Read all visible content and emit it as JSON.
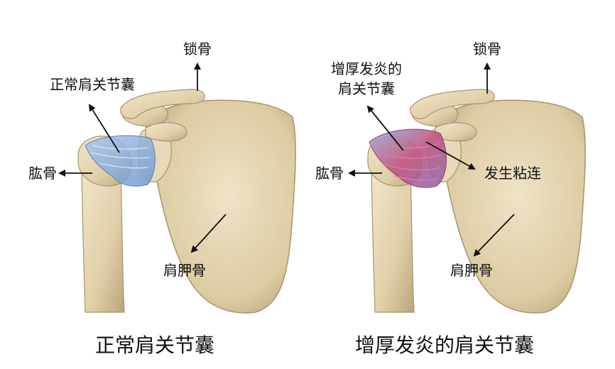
{
  "left_panel": {
    "caption": "正常肩关节囊",
    "labels": {
      "clavicle": "锁骨",
      "capsule": "正常肩关节囊",
      "humerus": "肱骨",
      "scapula": "肩胛骨"
    }
  },
  "right_panel": {
    "caption": "增厚发炎的肩关节囊",
    "labels": {
      "clavicle": "锁骨",
      "capsule_line1": "增厚发炎的",
      "capsule_line2": "肩关节囊",
      "adhesion": "发生粘连",
      "humerus": "肱骨",
      "scapula": "肩胛骨"
    }
  },
  "colors": {
    "bone": "#e3d3b0",
    "bone_shadow": "#b9a57c",
    "normal_capsule": "#8fb4e0",
    "inflamed_capsule": "#c65a8c"
  }
}
